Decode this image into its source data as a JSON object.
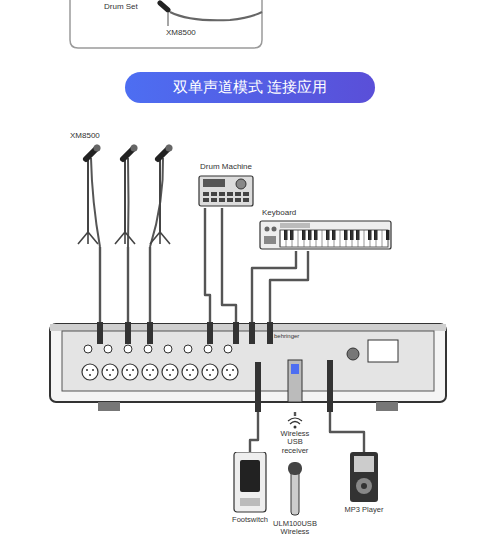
{
  "diagram": {
    "title": "双单声道模式 连接应用",
    "nodes": [
      {
        "text": [
          "XM8500"
        ]
      },
      {
        "text": [
          "Drum Machine"
        ]
      },
      {
        "text": [
          "Keyboard"
        ]
      },
      {
        "text": [
          "behringer"
        ]
      },
      {
        "text": [
          "Wireless USB receiver"
        ]
      },
      {
        "text": [
          "Footswitch"
        ]
      },
      {
        "text": [
          "ULM100USB Wireless"
        ]
      },
      {
        "text": [
          "MP3 Player"
        ]
      }
    ],
    "edges": [
      {
        "from": 0,
        "to": 3,
        "arrow": "none"
      },
      {
        "from": 0,
        "to": 3,
        "arrow": "none"
      },
      {
        "from": 0,
        "to": 3,
        "arrow": "none"
      },
      {
        "from": 1,
        "to": 3,
        "arrow": "none"
      },
      {
        "from": 1,
        "to": 3,
        "arrow": "none"
      },
      {
        "from": 2,
        "to": 3,
        "arrow": "none"
      },
      {
        "from": 2,
        "to": 3,
        "arrow": "none"
      },
      {
        "from": 3,
        "to": 4,
        "arrow": "none"
      },
      {
        "from": 3,
        "to": 5,
        "arrow": "none"
      },
      {
        "from": 3,
        "to": 7,
        "arrow": "none"
      }
    ],
    "labels": [
      "Drum Set",
      "XM8500"
    ]
  }
}
